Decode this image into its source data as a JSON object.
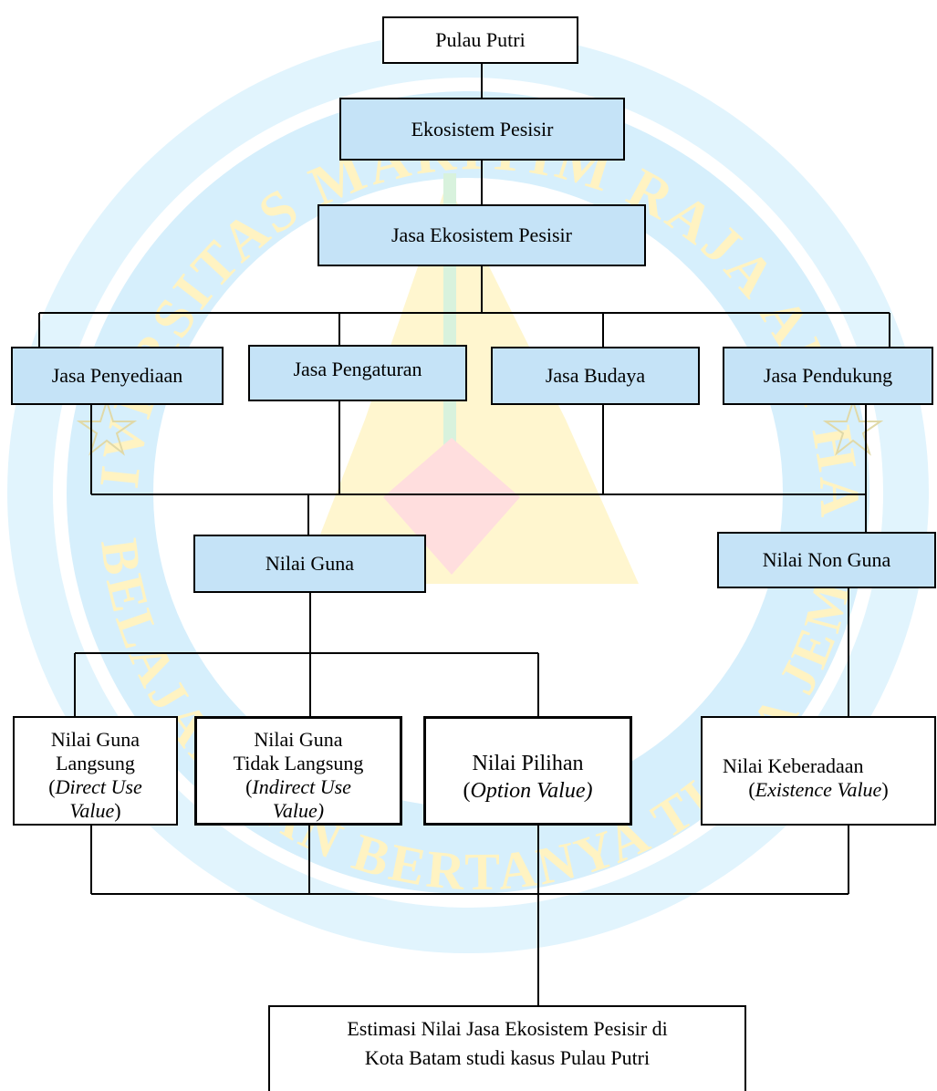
{
  "colors": {
    "box_fill": "#c5e3f7",
    "line": "#000000",
    "watermark_blue": "#58b9ee",
    "watermark_gold": "#ffe98a",
    "watermark_red": "#ff6e6e"
  },
  "watermark": {
    "top_arc_text": "UNIVERSITAS MARITIM RAJA ALI HAJI",
    "bottom_arc_text": "BELAJAR DAN BERTANYA TIADA JEMU",
    "icons": [
      "star-icon",
      "star-icon",
      "book-icon",
      "sail-icon"
    ]
  },
  "diagram": {
    "root": "Pulau Putri",
    "ecosystem": "Ekosistem Pesisir",
    "services_root": "Jasa Ekosistem Pesisir",
    "services": [
      "Jasa Penyediaan",
      "Jasa Pengaturan",
      "Jasa Budaya",
      "Jasa Pendukung"
    ],
    "use_value": "Nilai Guna",
    "non_use_value": "Nilai Non Guna",
    "direct_use": {
      "l1": "Nilai Guna",
      "l2": "Langsung",
      "l3_open": "(",
      "l3_em": "Direct Use",
      "l4_em": "Value",
      "l4_close": ")"
    },
    "indirect_use": {
      "l1": "Nilai Guna",
      "l2": "Tidak Langsung",
      "l3_open": "(",
      "l3_em": "Indirect Use",
      "l4_em": "Value)"
    },
    "option": {
      "l1": "Nilai Pilihan",
      "l2_open": "(",
      "l2_em": "Option Value)"
    },
    "existence": {
      "l1": "Nilai Keberadaan",
      "l2_open": "(",
      "l2_em": "Existence Value",
      "l2_close": ")"
    },
    "result": {
      "l1": "Estimasi Nilai Jasa Ekosistem Pesisir di",
      "l2": "Kota Batam studi kasus Pulau Putri"
    }
  }
}
